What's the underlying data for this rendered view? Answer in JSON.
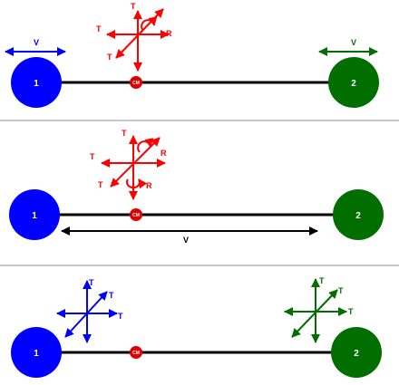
{
  "colors": {
    "blue": "#0000ff",
    "green": "#006f00",
    "red": "#ff0000",
    "cm": "#e00000",
    "rod": "#000000",
    "divider": "#8c8c8c"
  },
  "labels": {
    "atom1": "1",
    "atom2": "2",
    "cm": "CM",
    "v": "V",
    "t": "T",
    "r": "R"
  },
  "panels": [
    {
      "description_id": "translation-and-rotation-top",
      "velocity_arrows_on_atoms": true,
      "cm_axes_labels": [
        "T",
        "T",
        "T",
        "R"
      ],
      "rotation_marks": 1
    },
    {
      "description_id": "vibration-middle",
      "velocity_arrow_along_rod": true,
      "cm_axes_labels": [
        "T",
        "T",
        "T",
        "R",
        "R"
      ],
      "rotation_marks": 2
    },
    {
      "description_id": "per-atom-translation-bottom",
      "atom_axes_labels": [
        "T",
        "T",
        "T"
      ]
    }
  ]
}
